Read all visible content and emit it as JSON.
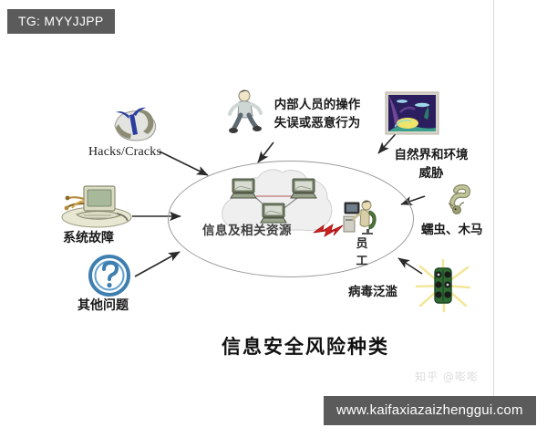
{
  "overlays": {
    "tg_badge": "TG: MYYJJPP",
    "site_badge": "www.kaifaxiazaizhenggui.com",
    "zhihu_watermark": "知乎 @嘭嘭"
  },
  "diagram": {
    "title": "信息安全风险种类",
    "center": {
      "label": "信息及相关资源",
      "staff_label": "员工",
      "icons": [
        "cloud-icon",
        "computer-node-icon",
        "computer-node-icon",
        "computer-node-icon",
        "lightning-bolt-icon",
        "person-at-desk-icon"
      ]
    },
    "threats": [
      {
        "id": "hacks-cracks",
        "label": "Hacks/Cracks",
        "icon": "rock-pickaxe-icon",
        "position": "top-left"
      },
      {
        "id": "insider-misuse",
        "label": "内部人员的操作失误或恶意行为",
        "label_lines": [
          "内部人员的操",
          "作失误或恶意",
          "行为"
        ],
        "icon": "person-running-icon",
        "position": "top-center"
      },
      {
        "id": "natural-environment",
        "label": "自然界和环境威胁",
        "label_lines": [
          "自然界和环",
          "境威胁"
        ],
        "icon": "landscape-picture-icon",
        "position": "top-right"
      },
      {
        "id": "system-failure",
        "label": "系统故障",
        "icon": "desktop-computer-icon",
        "position": "left"
      },
      {
        "id": "worms-trojans",
        "label": "蠕虫、木马",
        "icon": "worm-icon",
        "position": "right"
      },
      {
        "id": "other-problems",
        "label": "其他问题",
        "icon": "question-mark-icon",
        "position": "bottom-left"
      },
      {
        "id": "virus-outbreak",
        "label": "病毒泛滥",
        "icon": "virus-burst-icon",
        "position": "bottom-right"
      }
    ]
  },
  "colors": {
    "badge_background": "#5b5b5b",
    "badge_text": "#ffffff",
    "ellipse_stroke": "#9a9a9a",
    "arrow": "#2a2a2a",
    "lightning": "#d02020",
    "question_icon": "#3f7fb0",
    "watermark": "#dcdcdc"
  }
}
